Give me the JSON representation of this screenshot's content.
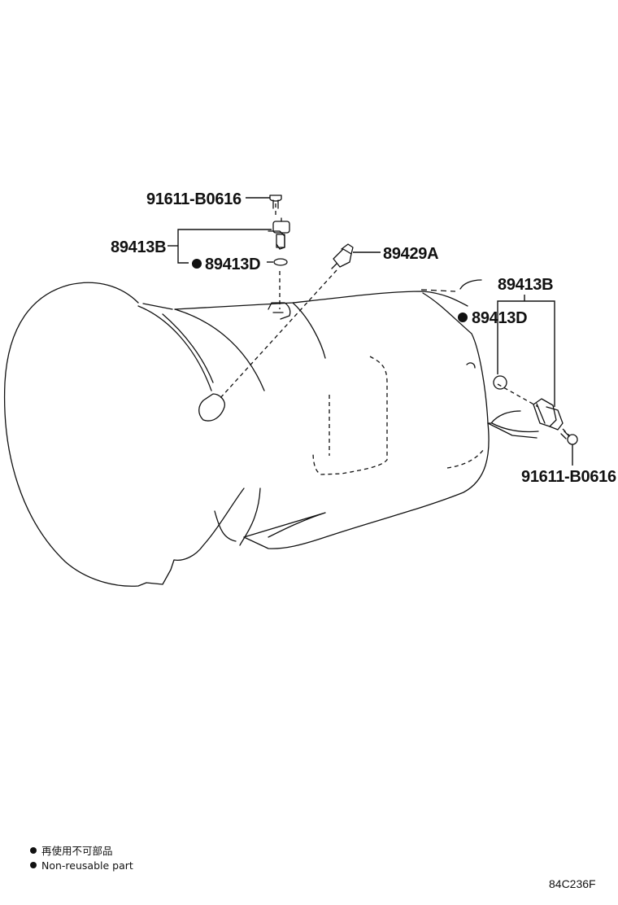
{
  "callouts": {
    "bolt_upper": "91611-B0616",
    "sensor_upper": "89413B",
    "oring_upper": "89413D",
    "switch": "89429A",
    "sensor_right": "89413B",
    "oring_right": "89413D",
    "bolt_right": "91611-B0616"
  },
  "legend": {
    "nonreusable_ja": "再使用不可部品",
    "nonreusable_en": "Non-reusable part"
  },
  "figure_id": "84C236F"
}
